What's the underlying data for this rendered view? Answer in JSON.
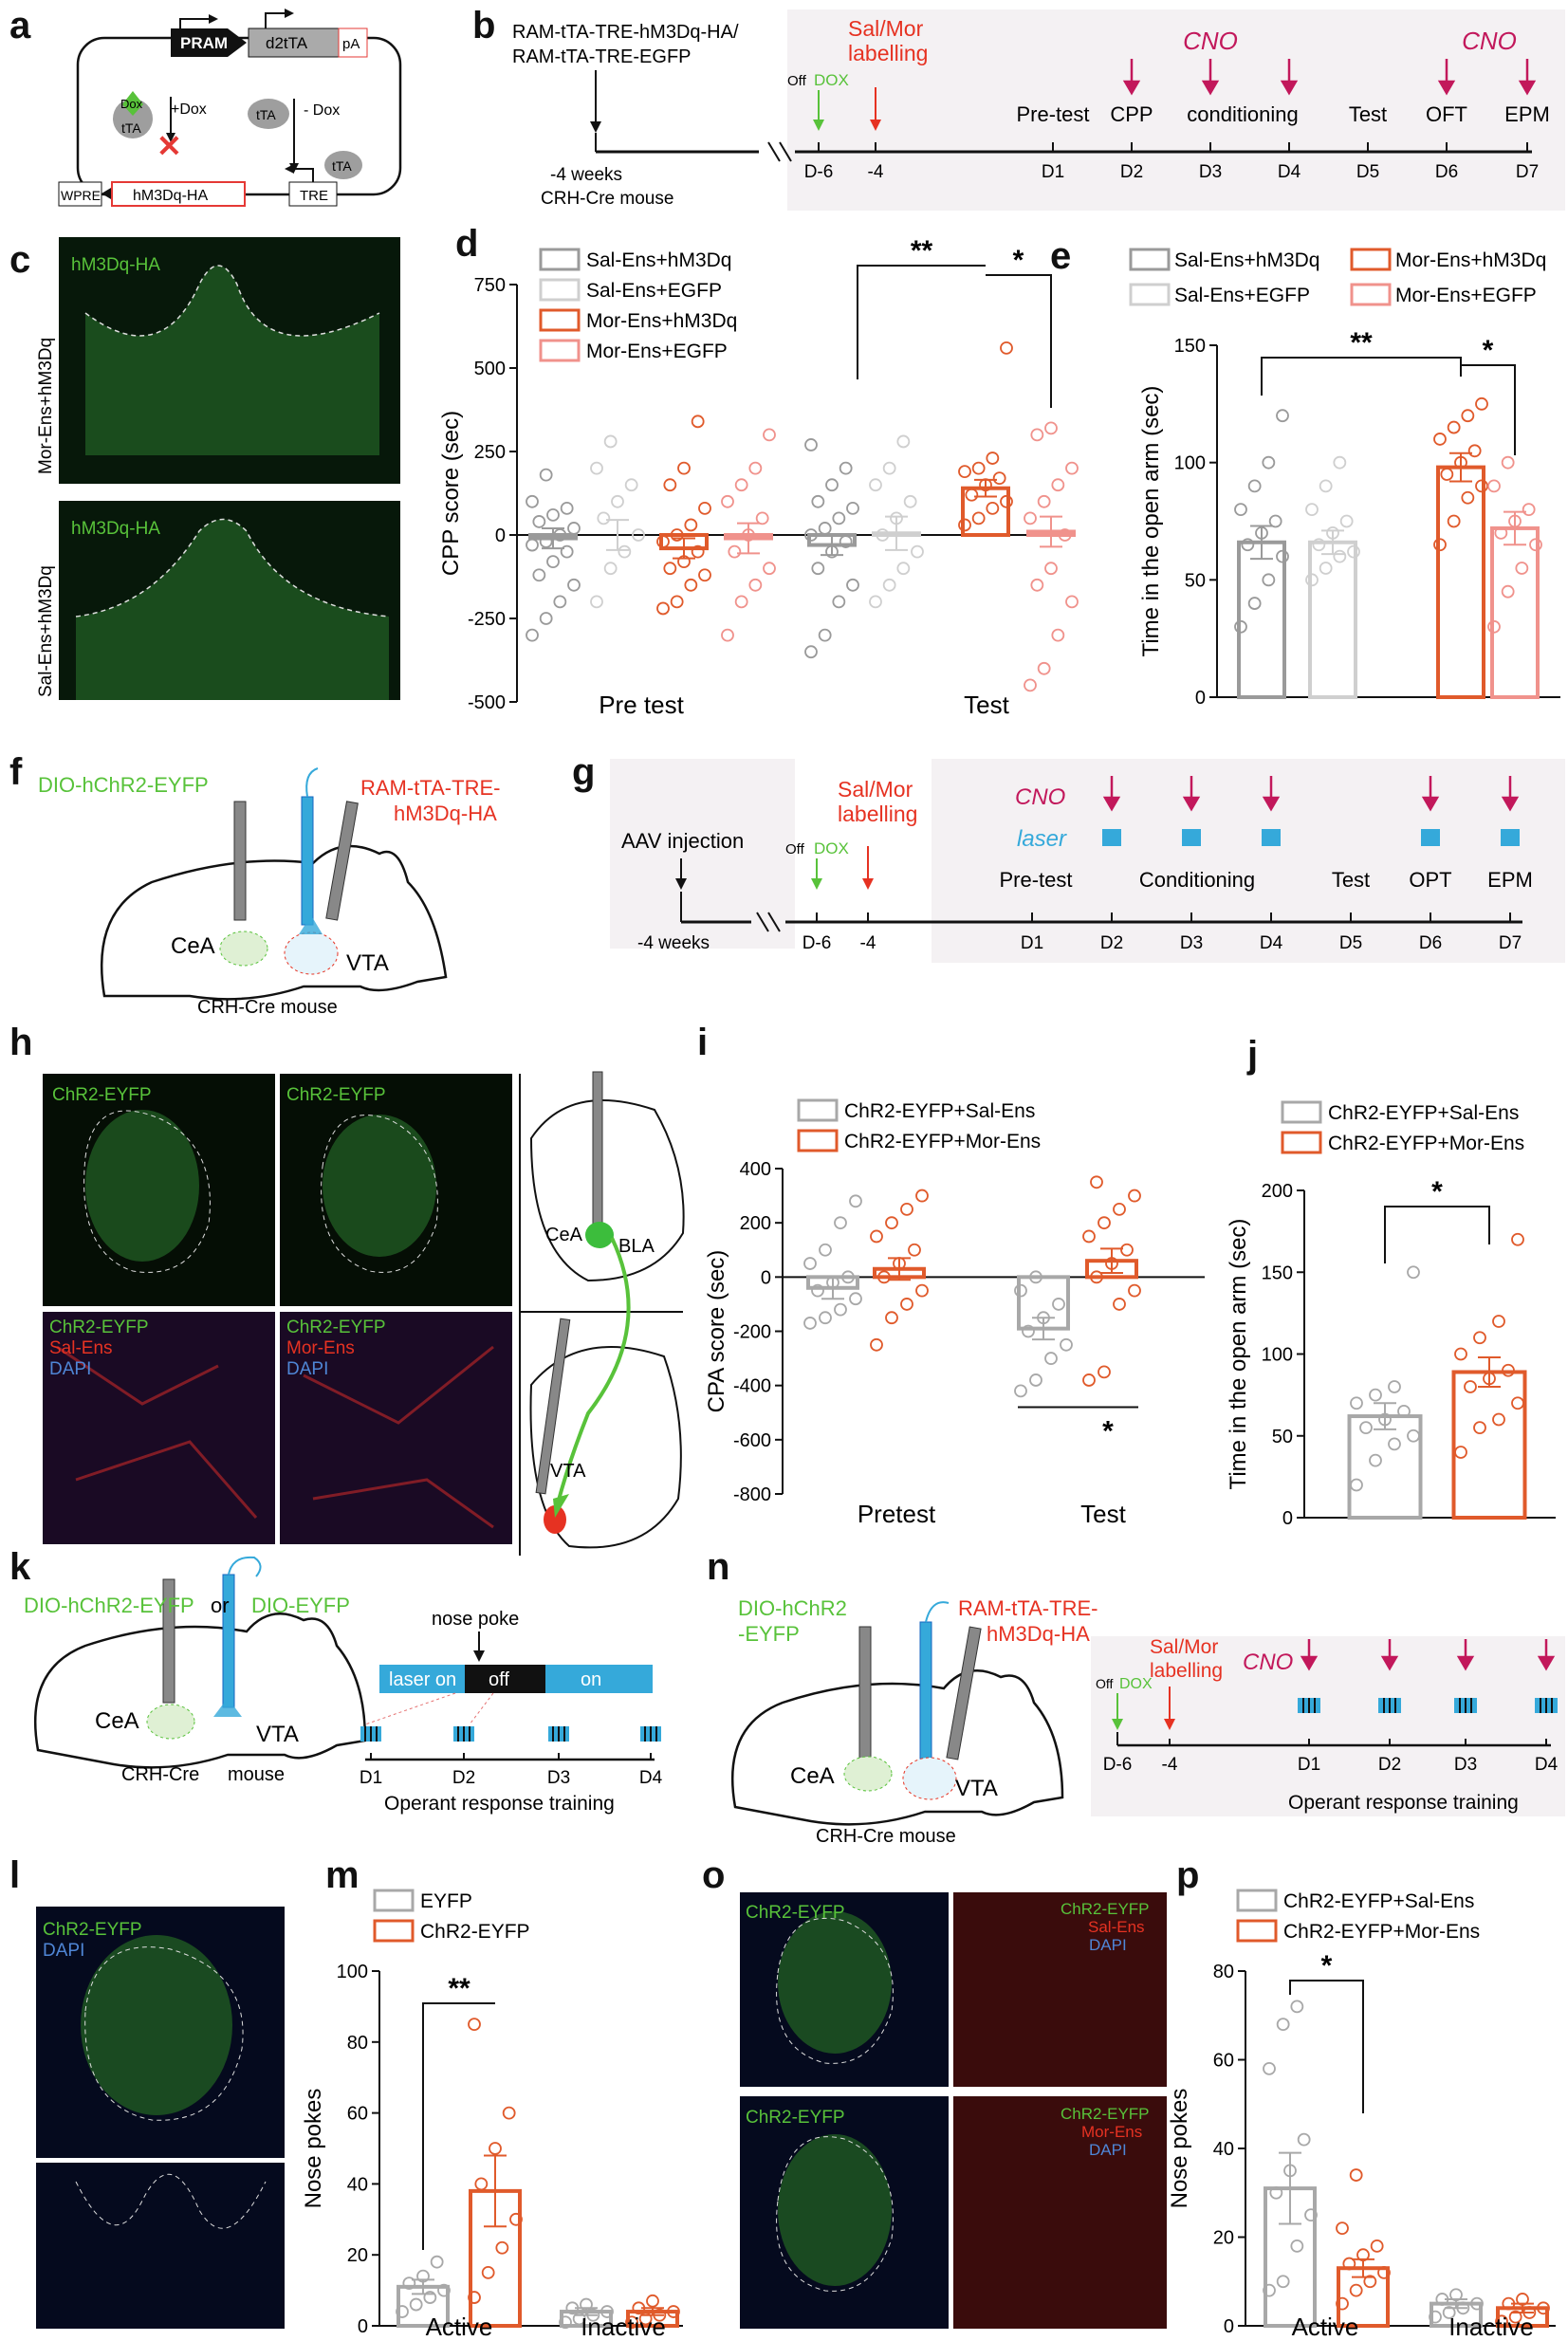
{
  "panel_letters": [
    "a",
    "b",
    "c",
    "d",
    "e",
    "f",
    "g",
    "h",
    "i",
    "j",
    "k",
    "n",
    "l",
    "m",
    "o",
    "p"
  ],
  "colors": {
    "sal_hm3dq": "#9a9a9a",
    "sal_egfp": "#cfcfcf",
    "mor_hm3dq": "#e05a2b",
    "mor_egfp": "#f0928c",
    "chr2_sal": "#a8a8a8",
    "chr2_mor": "#e05a2b",
    "eyfp": "#a8a8a8",
    "chr2": "#e05a2b",
    "green": "#58c23a",
    "red": "#e63222",
    "magenta": "#c2185b",
    "cyan": "#35a9da",
    "pink_bg": "#f4f1f3"
  },
  "a": {
    "pram": "PRAM",
    "d2tta": "d2tTA",
    "pa": "pA",
    "dox": "Dox",
    "tta": "tTA",
    "plus_dox": "+Dox",
    "minus_dox": "- Dox",
    "tta2": "tTA",
    "tta3": "tTA",
    "wpre": "WPRE",
    "hm3dq_ha": "hM3Dq-HA",
    "tre": "TRE"
  },
  "b": {
    "virus1": "RAM-tTA-TRE-hM3Dq-HA/",
    "virus2": "RAM-tTA-TRE-EGFP",
    "labelling1": "Sal/Mor",
    "labelling2": "labelling",
    "cno1": "CNO",
    "cno2": "CNO",
    "off": "Off",
    "dox": "DOX",
    "weeks": "-4 weeks",
    "mouse": "CRH-Cre mouse",
    "stages": [
      "Pre-test",
      "CPP",
      "conditioning",
      "Test",
      "OFT",
      "EPM"
    ],
    "days": [
      "D-6",
      "-4",
      "D1",
      "D2",
      "D3",
      "D4",
      "D5",
      "D6",
      "D7"
    ]
  },
  "c": {
    "label1": "hM3Dq-HA",
    "label2": "hM3Dq-HA",
    "side1": "Mor-Ens+hM3Dq",
    "side2": "Sal-Ens+hM3Dq"
  },
  "d": {
    "legend": [
      "Sal-Ens+hM3Dq",
      "Sal-Ens+EGFP",
      "Mor-Ens+hM3Dq",
      "Mor-Ens+EGFP"
    ],
    "ylabel": "CPP score (sec)",
    "xcats": [
      "Pre test",
      "Test"
    ],
    "sig1": "**",
    "sig2": "*"
  },
  "e": {
    "legend": [
      "Sal-Ens+hM3Dq",
      "Mor-Ens+hM3Dq",
      "Sal-Ens+EGFP",
      "Mor-Ens+EGFP"
    ],
    "ylabel": "Time in the open arm (sec)",
    "sig1": "**",
    "sig2": "*"
  },
  "f": {
    "virus1": "DIO-hChR2-EYFP",
    "virus2a": "RAM-tTA-TRE-",
    "virus2b": "hM3Dq-HA",
    "cea": "CeA",
    "vta": "VTA",
    "mouse": "CRH-Cre mouse"
  },
  "g": {
    "aav": "AAV injection",
    "weeks": "-4 weeks",
    "labelling1": "Sal/Mor",
    "labelling2": "labelling",
    "cno": "CNO",
    "laser": "laser",
    "off": "Off",
    "dox": "DOX",
    "stages": [
      "Pre-test",
      "Conditioning",
      "Test",
      "OPT",
      "EPM"
    ],
    "days": [
      "D-6",
      "-4",
      "D1",
      "D2",
      "D3",
      "D4",
      "D5",
      "D6",
      "D7"
    ]
  },
  "h": {
    "tl": "ChR2-EYFP",
    "tr": "ChR2-EYFP",
    "bl1": "ChR2-EYFP",
    "bl2": "Sal-Ens",
    "bl3": "DAPI",
    "br1": "ChR2-EYFP",
    "br2": "Mor-Ens",
    "br3": "DAPI",
    "cea": "CeA",
    "bla": "BLA",
    "vta": "VTA"
  },
  "i": {
    "legend": [
      "ChR2-EYFP+Sal-Ens",
      "ChR2-EYFP+Mor-Ens"
    ],
    "ylabel": "CPA score (sec)",
    "xcats": [
      "Pretest",
      "Test"
    ],
    "sig": "*"
  },
  "j": {
    "legend": [
      "ChR2-EYFP+Sal-Ens",
      "ChR2-EYFP+Mor-Ens"
    ],
    "ylabel": "Time in the open arm (sec)",
    "sig": "*"
  },
  "k": {
    "virus1": "DIO-hChR2-EYFP",
    "or": "or",
    "virus2": "DIO-EYFP",
    "nose": "nose poke",
    "laser_on": "laser on",
    "off": "off",
    "on": "on",
    "cea": "CeA",
    "vta": "VTA",
    "mouse1": "CRH-Cre",
    "mouse2": "mouse",
    "days": [
      "D1",
      "D2",
      "D3",
      "D4"
    ],
    "training": "Operant response training"
  },
  "n": {
    "virus1a": "DIO-hChR2",
    "virus1b": "-EYFP",
    "virus2a": "RAM-tTA-TRE-",
    "virus2b": "hM3Dq-HA",
    "labelling1": "Sal/Mor",
    "labelling2": "labelling",
    "cno": "CNO",
    "off": "Off",
    "dox": "DOX",
    "cea": "CeA",
    "vta": "VTA",
    "mouse": "CRH-Cre mouse",
    "days": [
      "D-6",
      "-4",
      "D1",
      "D2",
      "D3",
      "D4"
    ],
    "training": "Operant response training"
  },
  "l": {
    "label1": "ChR2-EYFP",
    "label2": "DAPI"
  },
  "m": {
    "legend": [
      "EYFP",
      "ChR2-EYFP"
    ],
    "ylabel": "Nose pokes",
    "xcats": [
      "Active",
      "Inactive"
    ],
    "sig": "**"
  },
  "o": {
    "tl": "ChR2-EYFP",
    "tr1": "ChR2-EYFP",
    "tr2": "Sal-Ens",
    "tr3": "DAPI",
    "bl": "ChR2-EYFP",
    "br1": "ChR2-EYFP",
    "br2": "Mor-Ens",
    "br3": "DAPI"
  },
  "p": {
    "legend": [
      "ChR2-EYFP+Sal-Ens",
      "ChR2-EYFP+Mor-Ens"
    ],
    "ylabel": "Nose pokes",
    "xcats": [
      "Active",
      "Inactive"
    ],
    "sig": "*"
  },
  "chart_data": [
    {
      "id": "d",
      "type": "bar",
      "title": "",
      "ylabel": "CPP score (sec)",
      "ylim": [
        -500,
        750
      ],
      "yticks": [
        -500,
        -250,
        0,
        250,
        500,
        750
      ],
      "categories": [
        "Pre test",
        "Test"
      ],
      "series": [
        {
          "name": "Sal-Ens+hM3Dq",
          "values": [
            -10,
            -30
          ],
          "sem": [
            30,
            30
          ],
          "points": [
            [
              -300,
              -250,
              -200,
              -150,
              -120,
              -80,
              -50,
              -30,
              -20,
              0,
              20,
              40,
              60,
              80,
              100,
              180
            ],
            [
              -350,
              -300,
              -200,
              -150,
              -100,
              -50,
              -20,
              0,
              20,
              50,
              80,
              100,
              150,
              200,
              270
            ]
          ]
        },
        {
          "name": "Sal-Ens+EGFP",
          "values": [
            0,
            5
          ],
          "sem": [
            45,
            50
          ],
          "points": [
            [
              -200,
              -100,
              -50,
              0,
              50,
              100,
              150,
              200,
              280
            ],
            [
              -200,
              -150,
              -100,
              -50,
              0,
              50,
              100,
              150,
              200,
              280
            ]
          ]
        },
        {
          "name": "Mor-Ens+hM3Dq",
          "values": [
            -40,
            140
          ],
          "sem": [
            30,
            25
          ],
          "points": [
            [
              -220,
              -200,
              -150,
              -120,
              -100,
              -80,
              -50,
              -20,
              0,
              30,
              80,
              150,
              200,
              340
            ],
            [
              30,
              50,
              80,
              100,
              120,
              150,
              170,
              190,
              200,
              230,
              560
            ]
          ]
        },
        {
          "name": "Mor-Ens+EGFP",
          "values": [
            -10,
            10
          ],
          "sem": [
            45,
            45
          ],
          "points": [
            [
              -300,
              -200,
              -150,
              -100,
              -50,
              0,
              50,
              100,
              150,
              200,
              300
            ],
            [
              -450,
              -400,
              -300,
              -200,
              -150,
              -100,
              0,
              50,
              100,
              150,
              200,
              300,
              320
            ]
          ]
        }
      ]
    },
    {
      "id": "e",
      "type": "bar",
      "title": "",
      "ylabel": "Time in the open arm (sec)",
      "ylim": [
        0,
        150
      ],
      "yticks": [
        0,
        50,
        100,
        150
      ],
      "categories": [
        "Sal-Ens+hM3Dq",
        "Sal-Ens+EGFP",
        "Mor-Ens+hM3Dq",
        "Mor-Ens+EGFP"
      ],
      "values": [
        66,
        66,
        98,
        72
      ],
      "sem": [
        7,
        5,
        6,
        7
      ],
      "points": [
        [
          30,
          40,
          50,
          60,
          65,
          70,
          75,
          80,
          90,
          100,
          120
        ],
        [
          50,
          55,
          60,
          62,
          65,
          70,
          75,
          80,
          90,
          100
        ],
        [
          65,
          75,
          85,
          90,
          95,
          100,
          105,
          110,
          115,
          120,
          125
        ],
        [
          30,
          45,
          55,
          65,
          70,
          75,
          80,
          90,
          100
        ]
      ]
    },
    {
      "id": "i",
      "type": "bar",
      "title": "",
      "ylabel": "CPA score (sec)",
      "ylim": [
        -800,
        400
      ],
      "yticks": [
        -800,
        -600,
        -400,
        -200,
        0,
        200,
        400
      ],
      "categories": [
        "Pretest",
        "Test"
      ],
      "series": [
        {
          "name": "ChR2-EYFP+Sal-Ens",
          "values": [
            -40,
            -190
          ],
          "sem": [
            40,
            40
          ],
          "points": [
            [
              -170,
              -150,
              -120,
              -80,
              -50,
              -20,
              0,
              50,
              100,
              200,
              280
            ],
            [
              -420,
              -380,
              -300,
              -250,
              -200,
              -150,
              -100,
              -50,
              0
            ]
          ]
        },
        {
          "name": "ChR2-EYFP+Mor-Ens",
          "values": [
            30,
            60
          ],
          "sem": [
            40,
            45
          ],
          "points": [
            [
              -250,
              -150,
              -100,
              -50,
              0,
              50,
              100,
              150,
              200,
              250,
              300
            ],
            [
              -380,
              -350,
              -100,
              -50,
              0,
              50,
              100,
              150,
              200,
              250,
              300,
              350
            ]
          ]
        }
      ]
    },
    {
      "id": "j",
      "type": "bar",
      "title": "",
      "ylabel": "Time in the open arm (sec)",
      "ylim": [
        0,
        200
      ],
      "yticks": [
        0,
        50,
        100,
        150,
        200
      ],
      "categories": [
        "ChR2-EYFP+Sal-Ens",
        "ChR2-EYFP+Mor-Ens"
      ],
      "values": [
        62,
        89
      ],
      "sem": [
        8,
        9
      ],
      "points": [
        [
          20,
          35,
          45,
          50,
          55,
          60,
          65,
          70,
          75,
          80,
          150
        ],
        [
          40,
          55,
          60,
          70,
          80,
          85,
          90,
          100,
          110,
          120,
          170
        ]
      ]
    },
    {
      "id": "m",
      "type": "bar",
      "title": "",
      "ylabel": "Nose pokes",
      "ylim": [
        0,
        100
      ],
      "yticks": [
        0,
        20,
        40,
        60,
        80,
        100
      ],
      "categories": [
        "Active",
        "Inactive"
      ],
      "series": [
        {
          "name": "EYFP",
          "values": [
            11,
            4
          ],
          "sem": [
            2,
            1
          ],
          "points": [
            [
              4,
              6,
              8,
              10,
              12,
              14,
              18
            ],
            [
              1,
              2,
              3,
              4,
              5,
              6
            ]
          ]
        },
        {
          "name": "ChR2-EYFP",
          "values": [
            38,
            4
          ],
          "sem": [
            10,
            1
          ],
          "points": [
            [
              8,
              15,
              22,
              30,
              40,
              50,
              60,
              85
            ],
            [
              1,
              2,
              3,
              4,
              5,
              7
            ]
          ]
        }
      ]
    },
    {
      "id": "p",
      "type": "bar",
      "title": "",
      "ylabel": "Nose pokes",
      "ylim": [
        0,
        80
      ],
      "yticks": [
        0,
        20,
        40,
        60,
        80
      ],
      "categories": [
        "Active",
        "Inactive"
      ],
      "series": [
        {
          "name": "ChR2-EYFP+Sal-Ens",
          "values": [
            31,
            5
          ],
          "sem": [
            8,
            1
          ],
          "points": [
            [
              8,
              10,
              18,
              25,
              30,
              35,
              42,
              58,
              68,
              72
            ],
            [
              2,
              3,
              4,
              5,
              6,
              7
            ]
          ]
        },
        {
          "name": "ChR2-EYFP+Mor-Ens",
          "values": [
            13,
            4
          ],
          "sem": [
            2,
            1
          ],
          "points": [
            [
              5,
              8,
              10,
              12,
              14,
              16,
              18,
              22,
              34
            ],
            [
              1,
              2,
              3,
              4,
              5,
              6
            ]
          ]
        }
      ]
    }
  ]
}
